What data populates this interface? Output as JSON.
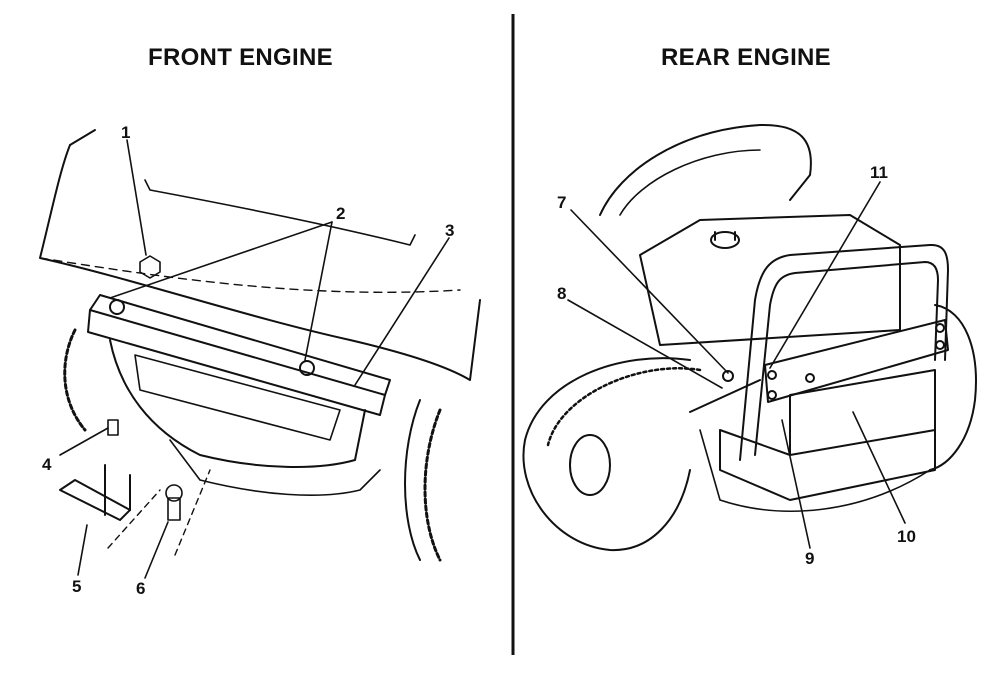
{
  "panels": {
    "front": {
      "title": "FRONT ENGINE"
    },
    "rear": {
      "title": "REAR ENGINE"
    }
  },
  "callouts": [
    "1",
    "2",
    "3",
    "4",
    "5",
    "6",
    "7",
    "8",
    "9",
    "10",
    "11"
  ],
  "colors": {
    "ink": "#111111",
    "background": "#ffffff"
  }
}
